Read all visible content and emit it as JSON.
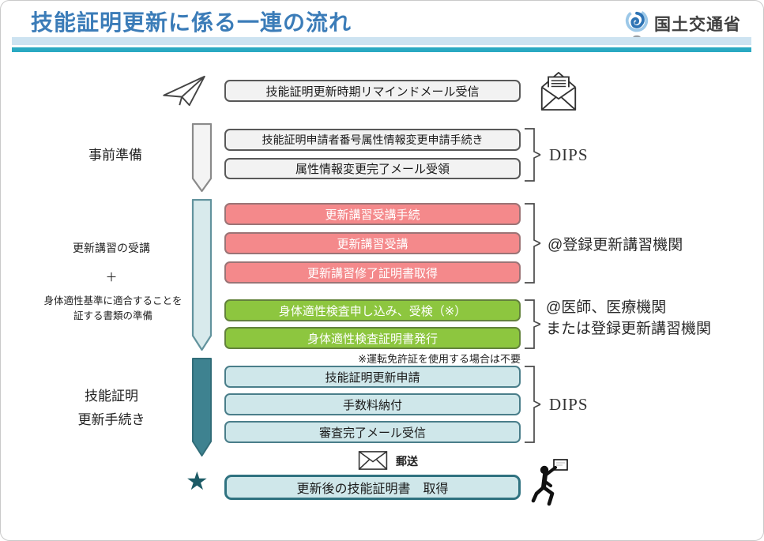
{
  "header": {
    "title": "技能証明更新に係る一連の流れ",
    "agency": "国土交通省"
  },
  "colors": {
    "title_blue": "#3b7cb8",
    "band_light_blue": "#cde3f1",
    "band_teal": "#2aa9c2",
    "box_gray": "#f2f2f2",
    "box_red": "#f4898b",
    "box_green": "#8dc63f",
    "box_light_blue": "#cfe7ea",
    "arrow_teal": "#3e8290",
    "star_teal": "#1c5b66"
  },
  "flow": {
    "remind": {
      "label": "技能証明更新時期リマインドメール受信"
    },
    "prep": {
      "stage_label": "事前準備",
      "boxes": [
        "技能証明申請者番号属性情報変更申請手続き",
        "属性情報変更完了メール受領"
      ],
      "bracket_label": "DIPS"
    },
    "training": {
      "stage_label_1": "更新講習の受講",
      "plus": "＋",
      "stage_label_2a": "身体適性基準に適合することを",
      "stage_label_2b": "証する書類の準備",
      "red_boxes": [
        "更新講習受講手続",
        "更新講習受講",
        "更新講習修了証明書取得"
      ],
      "red_bracket_label": "@登録更新講習機関",
      "green_boxes": [
        "身体適性検査申し込み、受検（※）",
        "身体適性検査証明書発行"
      ],
      "green_bracket_label_1": "@医師、医療機関",
      "green_bracket_label_2": "または登録更新講習機関",
      "note": "※運転免許証を使用する場合は不要"
    },
    "renewal": {
      "stage_label_1": "技能証明",
      "stage_label_2": "更新手続き",
      "boxes": [
        "技能証明更新申請",
        "手数料納付",
        "審査完了メール受信"
      ],
      "bracket_label": "DIPS",
      "mail_label": "郵送"
    },
    "final": {
      "label": "更新後の技能証明書　取得"
    }
  }
}
